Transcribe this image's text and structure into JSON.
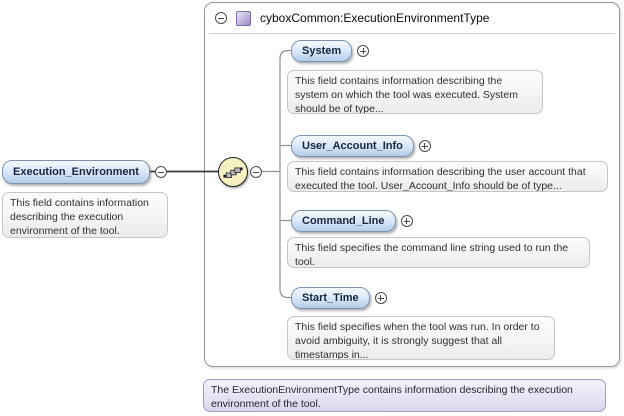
{
  "diagram": {
    "root_element": {
      "label": "Execution_Environment",
      "annotation": "This field contains information describing the execution environment of the tool."
    },
    "type_box": {
      "title": "cyboxCommon:ExecutionEnvironmentType",
      "compositor": "sequence",
      "children": [
        {
          "label": "System",
          "annotation": "This field contains information describing the system on which the tool was executed. System should be of type..."
        },
        {
          "label": "User_Account_Info",
          "annotation": "This field contains information describing the user account that executed the tool. User_Account_Info should be of type..."
        },
        {
          "label": "Command_Line",
          "annotation": "This field specifies the command line string used to run the tool."
        },
        {
          "label": "Start_Time",
          "annotation": "This field specifies when the tool was run. In order to avoid ambiguity, it is strongly suggest that all timestamps in..."
        }
      ]
    },
    "footer_annotation": "The ExecutionEnvironmentType contains information describing the execution environment of the tool.",
    "icons": {
      "header_collapse": "minus-circle",
      "type_badge": "complex-type-square",
      "root_collapse": "minus-circle",
      "compositor": "sequence-chain",
      "compositor_collapse": "minus-circle",
      "child_expand": "plus-circle"
    },
    "colors": {
      "pill_blue": "#b2cdea",
      "pill_border": "#7d93ad",
      "annotation_gray": "#f3f3f3",
      "annotation_purple": "#e6e1f3",
      "compositor_yellow": "#f6f1c2",
      "type_badge_purple": "#9e8fc6",
      "container_border": "#9a9a9a",
      "wire_gray": "#909090",
      "wire_black": "#3a3a3a"
    }
  }
}
